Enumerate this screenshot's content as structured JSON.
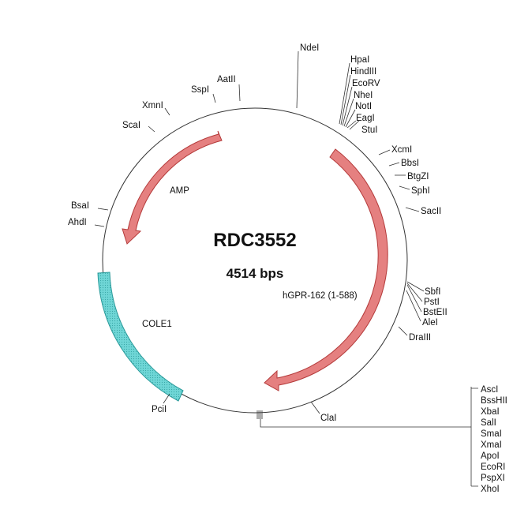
{
  "plasmid": {
    "name": "RDC3552",
    "size_label": "4514 bps"
  },
  "features": {
    "amp": {
      "label": "AMP",
      "color": "#e07a7a",
      "stroke": "#b03030"
    },
    "hgpr": {
      "label": "hGPR-162 (1-588)",
      "color": "#e07a7a",
      "stroke": "#b03030"
    },
    "cole1": {
      "label": "COLE1",
      "color": "#5fd0d0",
      "stroke": "#2a9a9a"
    }
  },
  "sites": {
    "ndei": "NdeI",
    "hpai": "HpaI",
    "hindiii": "HindIII",
    "ecorv": "EcoRV",
    "nhei": "NheI",
    "noti": "NotI",
    "eagi": "EagI",
    "stui": "StuI",
    "xcmi": "XcmI",
    "bbsi": "BbsI",
    "btgzi": "BtgZI",
    "sphi": "SphI",
    "sacii": "SacII",
    "sbfi": "SbfI",
    "psti": "PstI",
    "bsteii": "BstEII",
    "alei": "AleI",
    "draiii": "DraIII",
    "clai": "ClaI",
    "pcii": "PciI",
    "ahdi": "AhdI",
    "bsai": "BsaI",
    "scai": "ScaI",
    "xmni": "XmnI",
    "sspi": "SspI",
    "aatii": "AatII",
    "mcs": [
      "AscI",
      "BssHII",
      "XbaI",
      "SalI",
      "SmaI",
      "XmaI",
      "ApoI",
      "EcoRI",
      "PspXI",
      "XhoI"
    ]
  }
}
